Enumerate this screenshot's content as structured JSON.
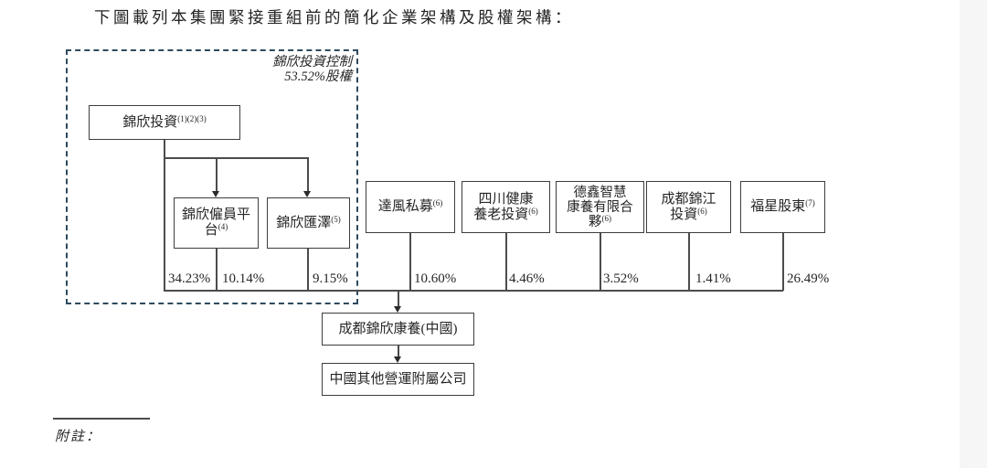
{
  "page": {
    "title": "下圖載列本集團緊接重組前的簡化企業架構及股權架構：",
    "footnote_label": "附註："
  },
  "colors": {
    "dashed_box_border": "#2e4a5e",
    "connector_line": "#4c4c4c",
    "node_border": "#3d3d3d",
    "text": "#262626",
    "right_strip": "#f6f6f6"
  },
  "diagram": {
    "control_note": {
      "line1": "錦欣投資控制",
      "line2": "53.52%股權"
    },
    "jinxin_investment": {
      "label": "錦欣投資",
      "sup": "(1)(2)(3)",
      "pct": "34.23%"
    },
    "employee_platform": {
      "line1": "錦欣僱員平",
      "line2": "台",
      "sup": "(4)",
      "pct": "10.14%"
    },
    "jinxin_huize": {
      "label": "錦欣匯澤",
      "sup": "(5)",
      "pct": "9.15%"
    },
    "dafeng_private_fund": {
      "label": "達風私募",
      "sup": "(6)",
      "pct": "10.60%"
    },
    "sichuan_health": {
      "line1": "四川健康",
      "line2": "養老投資",
      "sup": "(6)",
      "pct": "4.46%"
    },
    "dexin_partnership": {
      "line1": "德鑫智慧",
      "line2": "康養有限合",
      "line3": "夥",
      "sup": "(6)",
      "pct": "3.52%"
    },
    "chengdu_jinjiang": {
      "line1": "成都錦江",
      "line2": "投資",
      "sup": "(6)",
      "pct": "1.41%"
    },
    "fuxing_shareholders": {
      "label": "福星股東",
      "sup": "(7)",
      "pct": "26.49%"
    },
    "company": {
      "label": "成都錦欣康養(中國)"
    },
    "other_subsidiaries": {
      "label": "中國其他營運附屬公司"
    }
  }
}
